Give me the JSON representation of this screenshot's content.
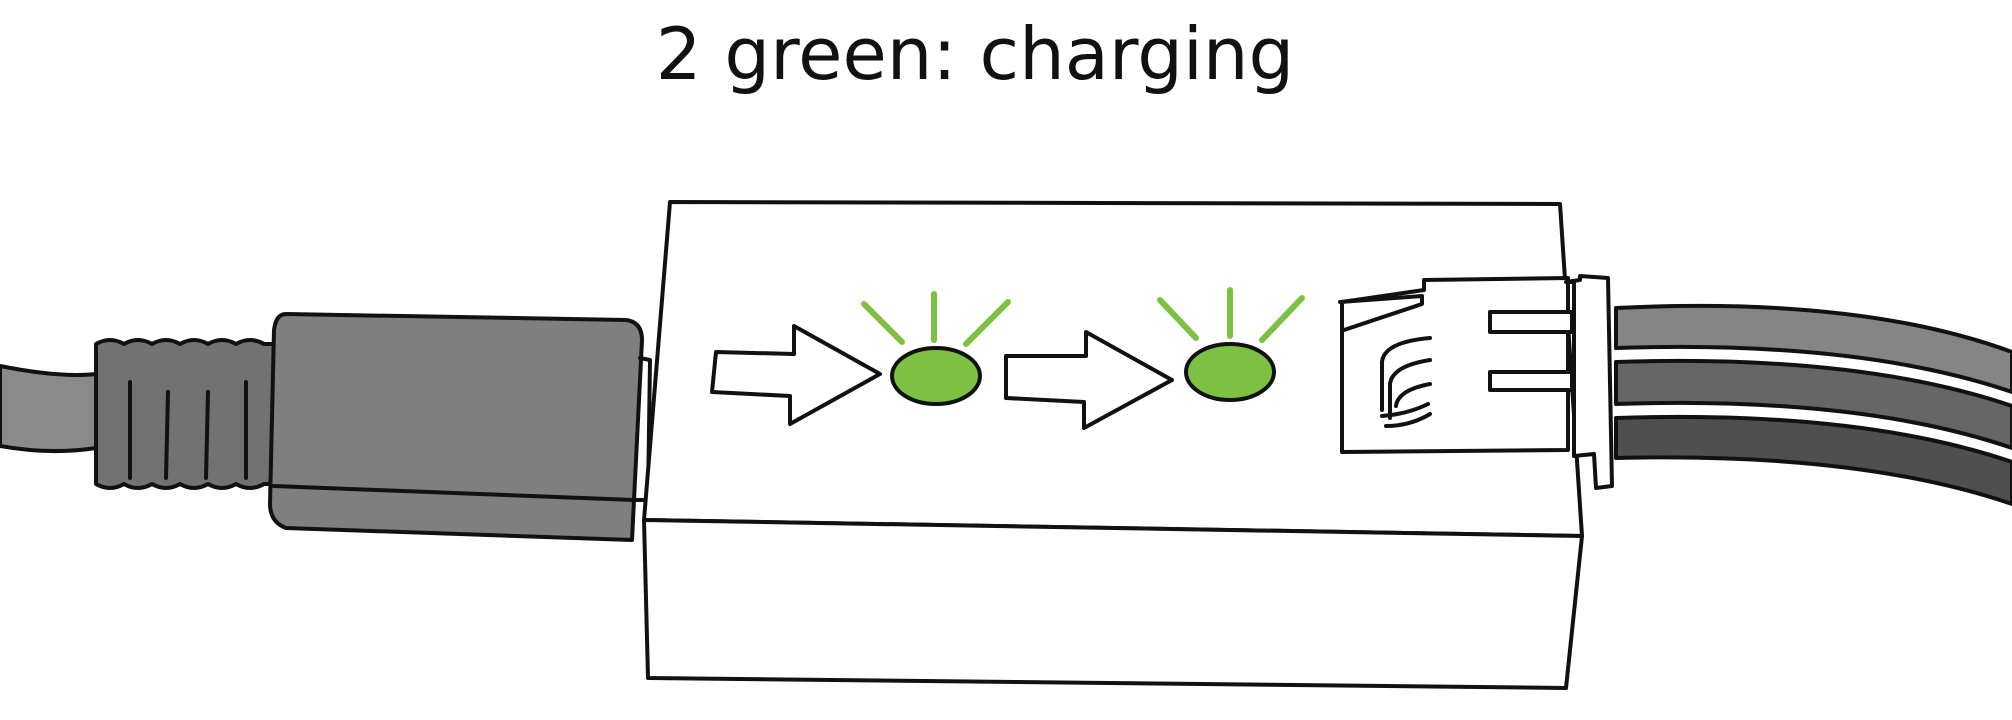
{
  "caption": "2 green: charging",
  "colors": {
    "outline": "#111111",
    "led_on": "#7cc142",
    "cable_light": "#8a8a8a",
    "cable_mid": "#6e6e6e",
    "cable_dark": "#4f4f4f",
    "body_fill": "#ffffff"
  },
  "indicators": {
    "leds": [
      {
        "name": "led-1",
        "state": "green"
      },
      {
        "name": "led-2",
        "state": "green"
      }
    ]
  },
  "icons": {
    "arrow": "right-arrow-icon",
    "led": "glowing-led-icon"
  }
}
